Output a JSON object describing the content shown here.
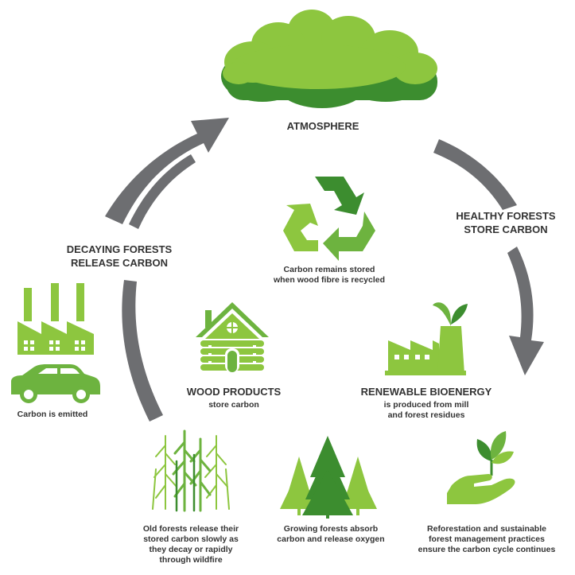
{
  "title": "ATMOSPHERE",
  "labels": {
    "healthy_forests": [
      "HEALTHY FORESTS",
      "STORE CARBON"
    ],
    "decaying_forests": [
      "DECAYING FORESTS",
      "RELEASE CARBON"
    ],
    "recycled": [
      "Carbon remains stored",
      "when wood fibre is recycled"
    ],
    "wood_products_title": "WOOD PRODUCTS",
    "wood_products_sub": "store carbon",
    "bioenergy_title": "RENEWABLE BIOENERGY",
    "bioenergy_sub": [
      "is produced from mill",
      "and forest residues"
    ],
    "emitted": "Carbon is emitted",
    "old_forests": [
      "Old forests release their",
      "stored carbon slowly as",
      "they decay or rapidly",
      "through wildfire"
    ],
    "growing_forests": [
      "Growing forests absorb",
      "carbon and release oxygen"
    ],
    "reforestation": [
      "Reforestation and sustainable",
      "forest management practices",
      "ensure the carbon cycle continues"
    ]
  },
  "colors": {
    "green_light": "#8dc63f",
    "green_mid": "#6db33f",
    "green_dark": "#3c8d2f",
    "arrow_gray": "#6d6e71",
    "text": "#333333"
  },
  "icons": [
    "cloud-icon",
    "recycle-icon",
    "log-cabin-icon",
    "bioenergy-factory-icon",
    "factory-icon",
    "car-icon",
    "dead-trees-icon",
    "growing-trees-icon",
    "hand-sprout-icon"
  ]
}
